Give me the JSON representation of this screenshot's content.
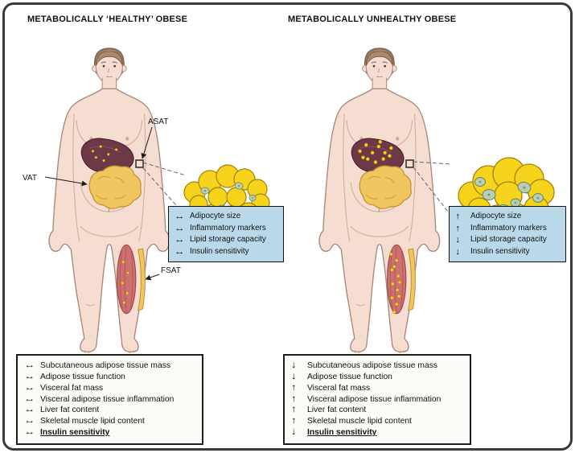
{
  "panels": [
    {
      "title": "METABOLICALLY ‘HEALTHY’ OBESE",
      "labels": {
        "asat": "ASAT",
        "vat": "VAT",
        "fsat": "FSAT"
      },
      "adipocyte_box": {
        "rows": [
          {
            "arrow": "↔",
            "text": "Adipocyte size"
          },
          {
            "arrow": "↔",
            "text": "Inflammatory markers"
          },
          {
            "arrow": "↔",
            "text": "Lipid storage capacity"
          },
          {
            "arrow": "↔",
            "text": "Insulin sensitivity"
          }
        ]
      },
      "summary_box": {
        "rows": [
          {
            "arrow": "↔",
            "text": "Subcutaneous adipose tissue mass"
          },
          {
            "arrow": "↔",
            "text": "Adipose tissue function"
          },
          {
            "arrow": "↔",
            "text": "Visceral fat mass"
          },
          {
            "arrow": "↔",
            "text": "Visceral adipose tissue inflammation"
          },
          {
            "arrow": "↔",
            "text": "Liver fat content"
          },
          {
            "arrow": "↔",
            "text": "Skeletal muscle lipid content"
          },
          {
            "arrow": "↔",
            "text": "Insulin sensitivity"
          }
        ]
      }
    },
    {
      "title": "METABOLICALLY UNHEALTHY OBESE",
      "adipocyte_box": {
        "rows": [
          {
            "arrow": "↑",
            "text": "Adipocyte size"
          },
          {
            "arrow": "↑",
            "text": "Inflammatory markers"
          },
          {
            "arrow": "↓",
            "text": "Lipid storage capacity"
          },
          {
            "arrow": "↓",
            "text": "Insulin sensitivity"
          }
        ]
      },
      "summary_box": {
        "rows": [
          {
            "arrow": "↓",
            "text": "Subcutaneous adipose tissue mass"
          },
          {
            "arrow": "↓",
            "text": "Adipose tissue function"
          },
          {
            "arrow": "↑",
            "text": "Visceral fat mass"
          },
          {
            "arrow": "↑",
            "text": "Visceral adipose tissue inflammation"
          },
          {
            "arrow": "↑",
            "text": "Liver fat content"
          },
          {
            "arrow": "↑",
            "text": "Skeletal muscle lipid content"
          },
          {
            "arrow": "↓",
            "text": "Insulin sensitivity"
          }
        ]
      }
    }
  ],
  "colors": {
    "info_box_bg": "#b9d9ea",
    "adipocyte_fill": "#f6d41c",
    "liver_fill": "#6d3948",
    "muscle_fill": "#cf7070",
    "visceral_fat_fill": "#f0c75e",
    "skin_fill": "#f5ddd2"
  }
}
